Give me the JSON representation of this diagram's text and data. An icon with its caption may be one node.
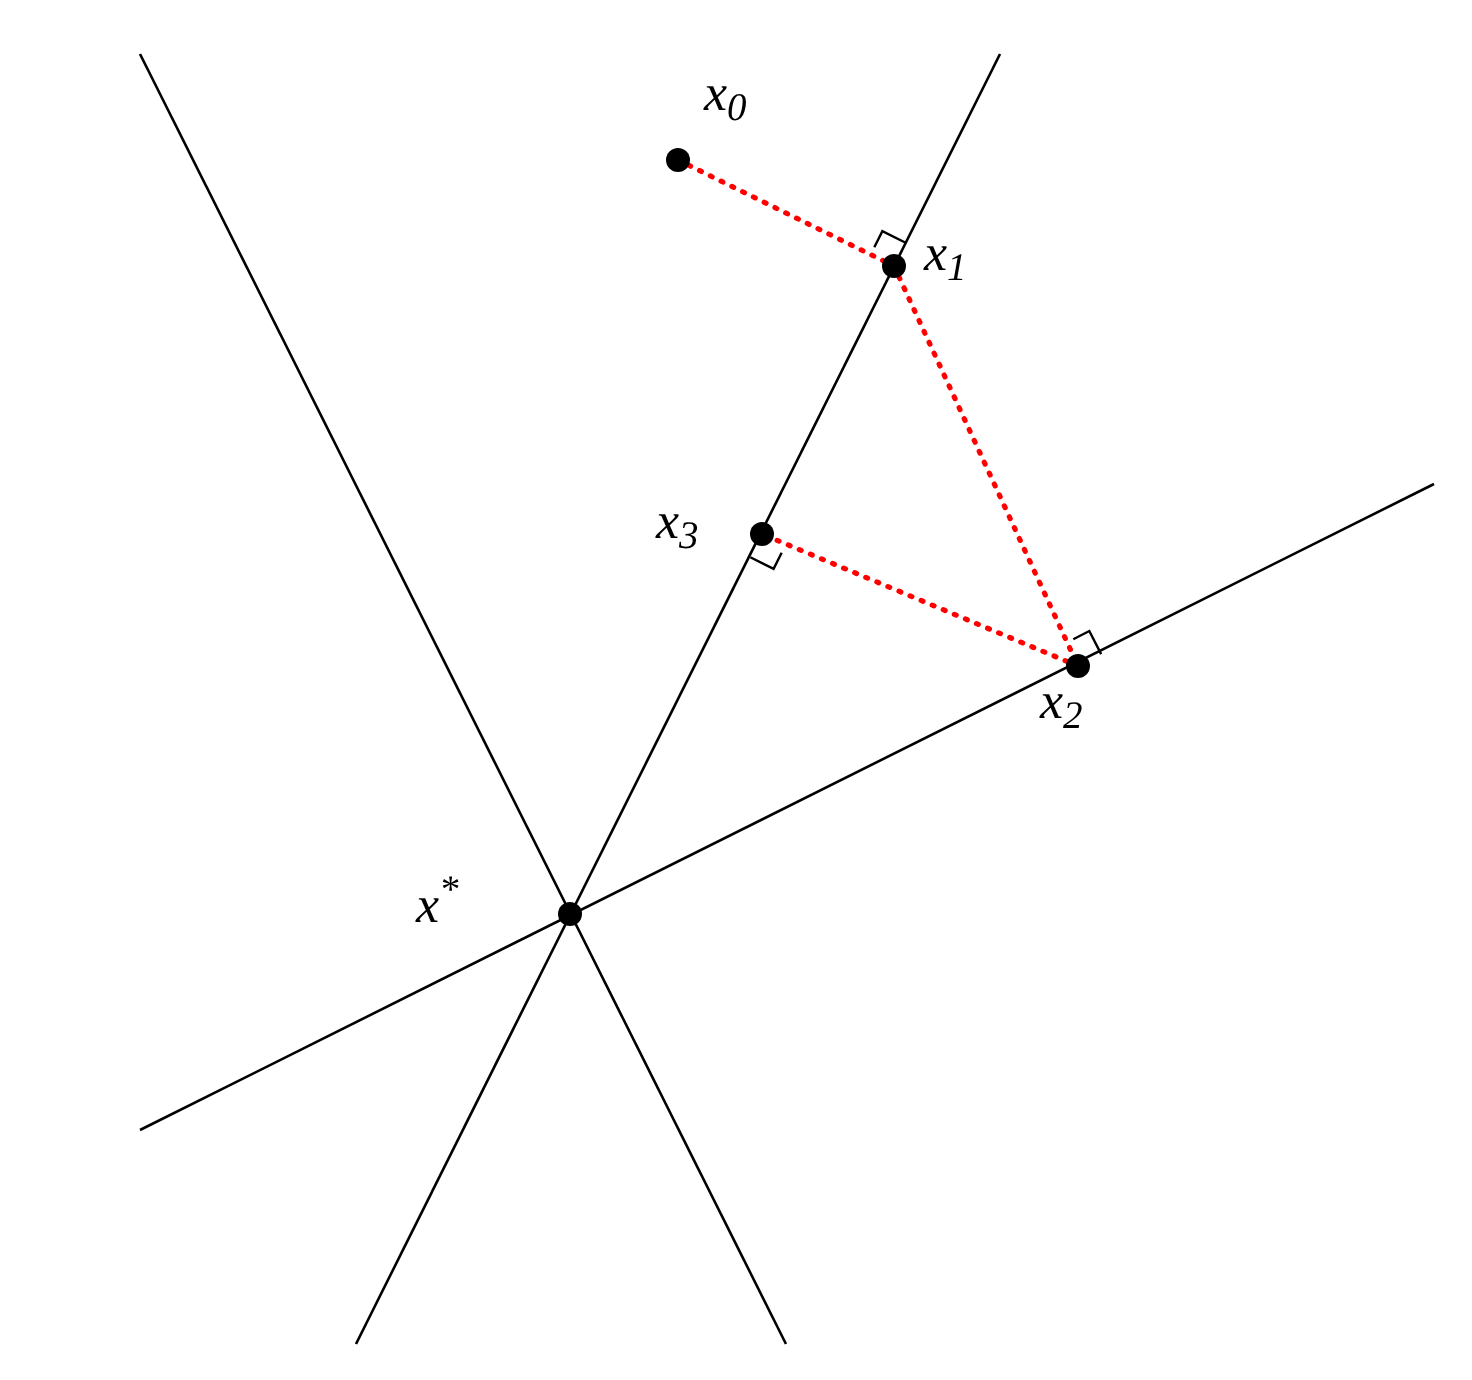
{
  "diagram": {
    "nodes": [
      {
        "text": [],
        "shape": "circle",
        "beside": [
          "x$_{0}$"
        ]
      },
      {
        "text": [],
        "shape": "circle",
        "beside": [
          "x$_{1}$"
        ]
      },
      {
        "text": [],
        "shape": "circle",
        "beside": [
          "x$_{2}$"
        ]
      },
      {
        "text": [],
        "shape": "circle",
        "beside": [
          "x$_{3}$"
        ]
      },
      {
        "text": [],
        "shape": "circle",
        "beside": [
          "x$^{*}$"
        ]
      }
    ],
    "edges": [
      {
        "from": 0,
        "to": 1,
        "arrow": "none",
        "style": "dashed",
        "color": "#ff0000"
      },
      {
        "from": 1,
        "to": 2,
        "arrow": "none",
        "style": "dashed",
        "color": "#ff0000"
      },
      {
        "from": 2,
        "to": 3,
        "arrow": "none",
        "style": "dashed",
        "color": "#ff0000"
      }
    ]
  }
}
